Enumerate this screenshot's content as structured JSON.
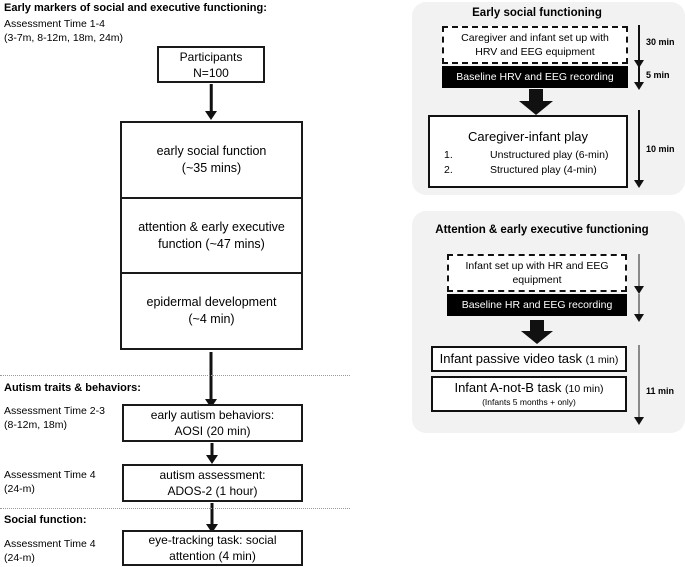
{
  "left": {
    "sections": [
      {
        "heading": "Early markers of social and executive functioning:",
        "assessment_line1": "Assessment Time 1-4",
        "assessment_line2": "(3-7m, 8-12m, 18m, 24m)"
      },
      {
        "heading": "Autism traits & behaviors:",
        "assessment_a_line1": "Assessment Time 2-3",
        "assessment_a_line2": "(8-12m, 18m)",
        "assessment_b_line1": "Assessment Time 4",
        "assessment_b_line2": "(24-m)"
      },
      {
        "heading": "Social function:",
        "assessment_line1": "Assessment Time 4",
        "assessment_line2": "(24-m)"
      }
    ],
    "participants_box": {
      "line1": "Participants",
      "line2": "N=100"
    },
    "stacked_box": {
      "cells": [
        {
          "line1": "early social function",
          "line2": "(~35 mins)"
        },
        {
          "line1": "attention & early executive",
          "line2": "function (~47 mins)"
        },
        {
          "line1": "epidermal development",
          "line2": "(~4 min)"
        }
      ]
    },
    "autism_box": {
      "line1": "early autism behaviors:",
      "line2": "AOSI (20 min)"
    },
    "ados_box": {
      "line1": "autism assessment:",
      "line2": "ADOS-2 (1 hour)"
    },
    "eyetracking_box": {
      "line1": "eye-tracking task: social",
      "line2": "attention (4 min)"
    }
  },
  "panel_social": {
    "title": "Early social functioning",
    "setup_box_line1": "Caregiver and infant set up with",
    "setup_box_line2": "HRV and EEG equipment",
    "baseline_bar": "Baseline HRV and EEG recording",
    "play_title": "Caregiver-infant play",
    "play_items": [
      "Unstructured play (6-min)",
      "Structured play (4-min)"
    ],
    "timing_setup": "30 min",
    "timing_baseline": "5 min",
    "timing_play": "10 min"
  },
  "panel_attention": {
    "title": "Attention & early executive functioning",
    "setup_box_line1": "Infant set up with HR and EEG",
    "setup_box_line2": "equipment",
    "baseline_bar": "Baseline HR and EEG recording",
    "task_video_main": "Infant passive video task",
    "task_video_duration": "(1 min)",
    "task_anotb_main": "Infant A-not-B task",
    "task_anotb_duration": "(10 min)",
    "task_anotb_sub": "(Infants 5 months + only)",
    "timing_total": "11 min"
  },
  "colors": {
    "panel_background": "#f2f2f2",
    "box_border": "#1a1a1a",
    "bar_fill": "#000000",
    "arrow_gray": "#8a8a8a",
    "divider": "#9a9a9a"
  }
}
